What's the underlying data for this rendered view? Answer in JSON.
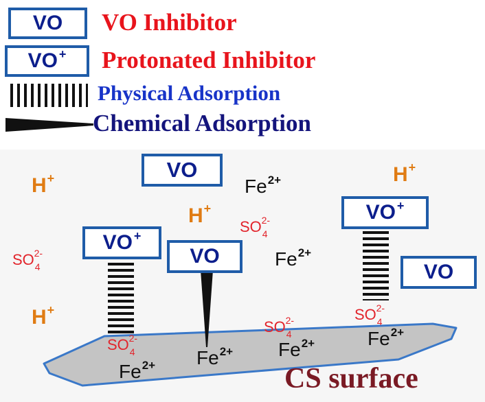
{
  "legend": {
    "vo_box": "VO",
    "vo_label": "VO Inhibitor",
    "vop_box": "VO",
    "vop_box_sup": "+",
    "vop_label": "Protonated Inhibitor",
    "physical_label": "Physical Adsorption",
    "chemical_label": "Chemical Adsorption"
  },
  "scene": {
    "vo": "VO",
    "plus": "+",
    "h": "H",
    "fe": "Fe",
    "fe_charge": "2+",
    "so": "SO",
    "so_sub": "4",
    "so_charge": "2-",
    "surface_label": "CS surface"
  },
  "colors": {
    "box_border": "#1f5ca8",
    "box_text": "#0c1e8c",
    "red_label": "#e8141c",
    "blue_label": "#1834c8",
    "navy_label": "#14147c",
    "hplus": "#e07c14",
    "sulfate": "#e2242b",
    "surface_fill": "#c4c4c4",
    "surface_border": "#3a78c8",
    "surface_label": "#7a1a24"
  }
}
